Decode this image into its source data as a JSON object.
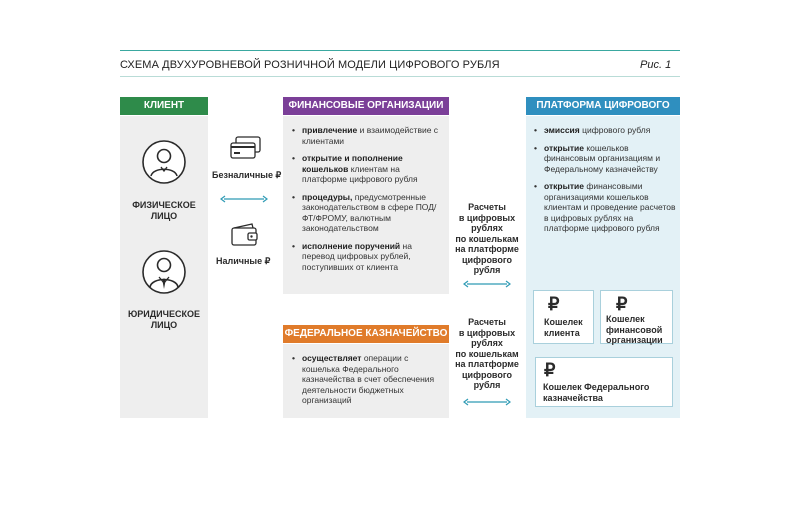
{
  "header": {
    "title": "СХЕМА ДВУХУРОВНЕВОЙ РОЗНИЧНОЙ МОДЕЛИ ЦИФРОВОГО РУБЛЯ",
    "figure_label": "Рис. 1"
  },
  "client": {
    "title": "КЛИЕНТ",
    "individual": [
      "ФИЗИЧЕСКОЕ",
      "ЛИЦО"
    ],
    "legal_entity": [
      "ЮРИДИЧЕСКОЕ",
      "ЛИЦО"
    ]
  },
  "payment_methods": {
    "cashless": "Безналичные ₽",
    "cash": "Наличные ₽"
  },
  "financial_orgs": {
    "title": "ФИНАНСОВЫЕ ОРГАНИЗАЦИИ",
    "items": [
      {
        "bold": "привлечение",
        "text": " и взаимодействие с клиентами"
      },
      {
        "bold": "открытие и пополнение кошельков",
        "text": " клиентам на платформе цифрового рубля"
      },
      {
        "bold": "процедуры,",
        "text": " предусмотренные законодательством в сфере ПОД/ФТ/ФРОМУ, валютным законодательством"
      },
      {
        "bold": "исполнение поручений",
        "text": " на перевод цифровых рублей, поступивших от клиента"
      }
    ]
  },
  "treasury": {
    "title": "ФЕДЕРАЛЬНОЕ КАЗНАЧЕЙСТВО",
    "items": [
      {
        "bold": "осуществляет",
        "text": " операции с кошелька Федерального казначейства в счет обеспечения деятельности бюджетных организаций"
      }
    ]
  },
  "settlements": {
    "top": [
      "Расчеты",
      "в цифровых",
      "рублях",
      "по кошелькам",
      "на платформе",
      "цифрового",
      "рубля"
    ],
    "bottom": [
      "Расчеты",
      "в цифровых",
      "рублях",
      "по кошелькам",
      "на платформе",
      "цифрового",
      "рубля"
    ]
  },
  "platform": {
    "title": "ПЛАТФОРМА ЦИФРОВОГО РУБЛЯ",
    "items": [
      {
        "bold": "эмиссия",
        "text": " цифрового рубля"
      },
      {
        "bold": "открытие",
        "text": " кошельков финансовым организациям и Федеральному казначейству"
      },
      {
        "bold": "открытие",
        "text": " финансовыми организациями кошельков клиентам и проведение расчетов в цифровых рублях на платформе цифрового рубля"
      }
    ],
    "wallets": {
      "client": [
        "Кошелек",
        "клиента"
      ],
      "fin_org": [
        "Кошелек",
        "финансовой",
        "организации"
      ],
      "treasury": [
        "Кошелек Федерального",
        "казначейства"
      ],
      "symbol": "₽"
    }
  },
  "colors": {
    "rule": "#3aa8a0",
    "client_header": "#2e8b4a",
    "fin_header": "#7b3f98",
    "treasury_header": "#e07b2a",
    "platform_header": "#2f8fbf",
    "platform_bg": "#e3f1f6",
    "arrow": "#2f9bb5"
  }
}
